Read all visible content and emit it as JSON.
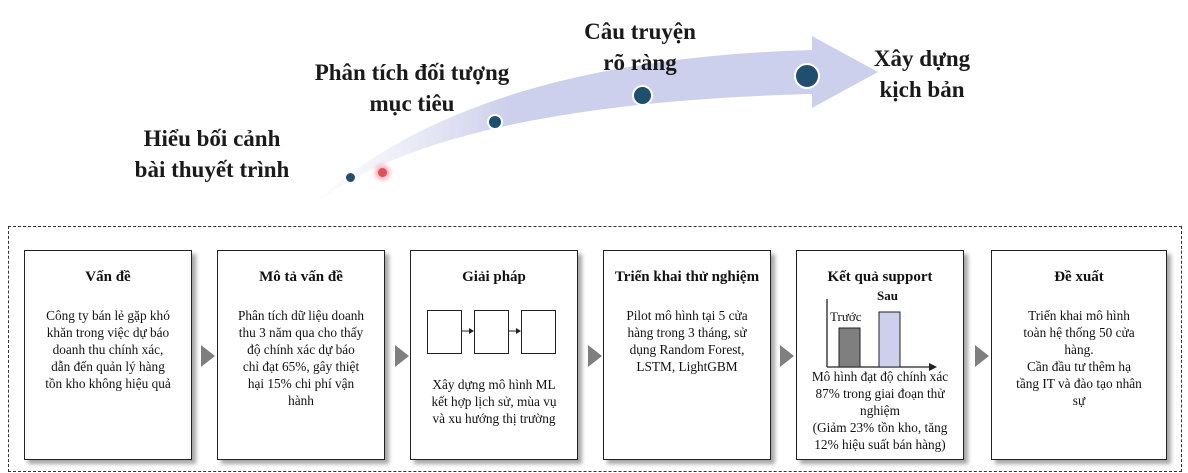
{
  "stages": [
    {
      "line1": "Hiểu bối cảnh",
      "line2": "bài thuyết trình"
    },
    {
      "line1": "Phân tích đối tượng",
      "line2": "mục tiêu"
    },
    {
      "line1": "Câu truyện",
      "line2": "rõ ràng"
    },
    {
      "line1": "Xây dựng",
      "line2": "kịch bản"
    }
  ],
  "boxes": [
    {
      "title": "Vấn đề",
      "text": [
        "Công ty bán lẻ gặp khó",
        "khăn trong việc dự báo",
        "doanh thu chính xác,",
        "dẫn đến quản lý hàng",
        "tồn kho không hiệu quả"
      ]
    },
    {
      "title": "Mô tả vấn đề",
      "text": [
        "Phân tích dữ liệu doanh",
        "thu 3 năm qua cho thấy",
        "độ chính xác dự báo",
        "chỉ đạt 65%, gây thiệt",
        "hại 15% chi phí vận",
        "hành"
      ]
    },
    {
      "title": "Giải pháp",
      "text": [
        "Xây dựng mô hình ML",
        "kết hợp lịch sử, mùa vụ",
        "và xu hướng thị trường"
      ]
    },
    {
      "title": "Triển khai thử nghiệm",
      "text": [
        "Pilot mô hình tại 5 cửa",
        "hàng trong 3 tháng, sử",
        "dụng Random Forest,",
        "LSTM, LightGBM"
      ]
    },
    {
      "title": "Kết quả support",
      "bar_before_label": "Trước",
      "bar_after_label": "Sau",
      "text": [
        "Mô hình đạt độ chính xác",
        "87% trong giai đoạn thử",
        "nghiệm",
        "(Giảm 23% tồn kho, tăng",
        "12% hiệu suất bán hàng)"
      ]
    },
    {
      "title": "Đề xuất",
      "text": [
        "Triển khai mô hình",
        "toàn hệ thống 50 cửa",
        "hàng.",
        "Cần đầu tư thêm hạ",
        "tầng IT và đào tạo nhân",
        "sự"
      ]
    }
  ],
  "colors": {
    "arrow_band": "#cdd0ec",
    "dot": "#1f4e6e",
    "bar_before": "#7f7f7f",
    "bar_after": "#cdd0ec",
    "flow_arrow": "#7f7f7f"
  }
}
